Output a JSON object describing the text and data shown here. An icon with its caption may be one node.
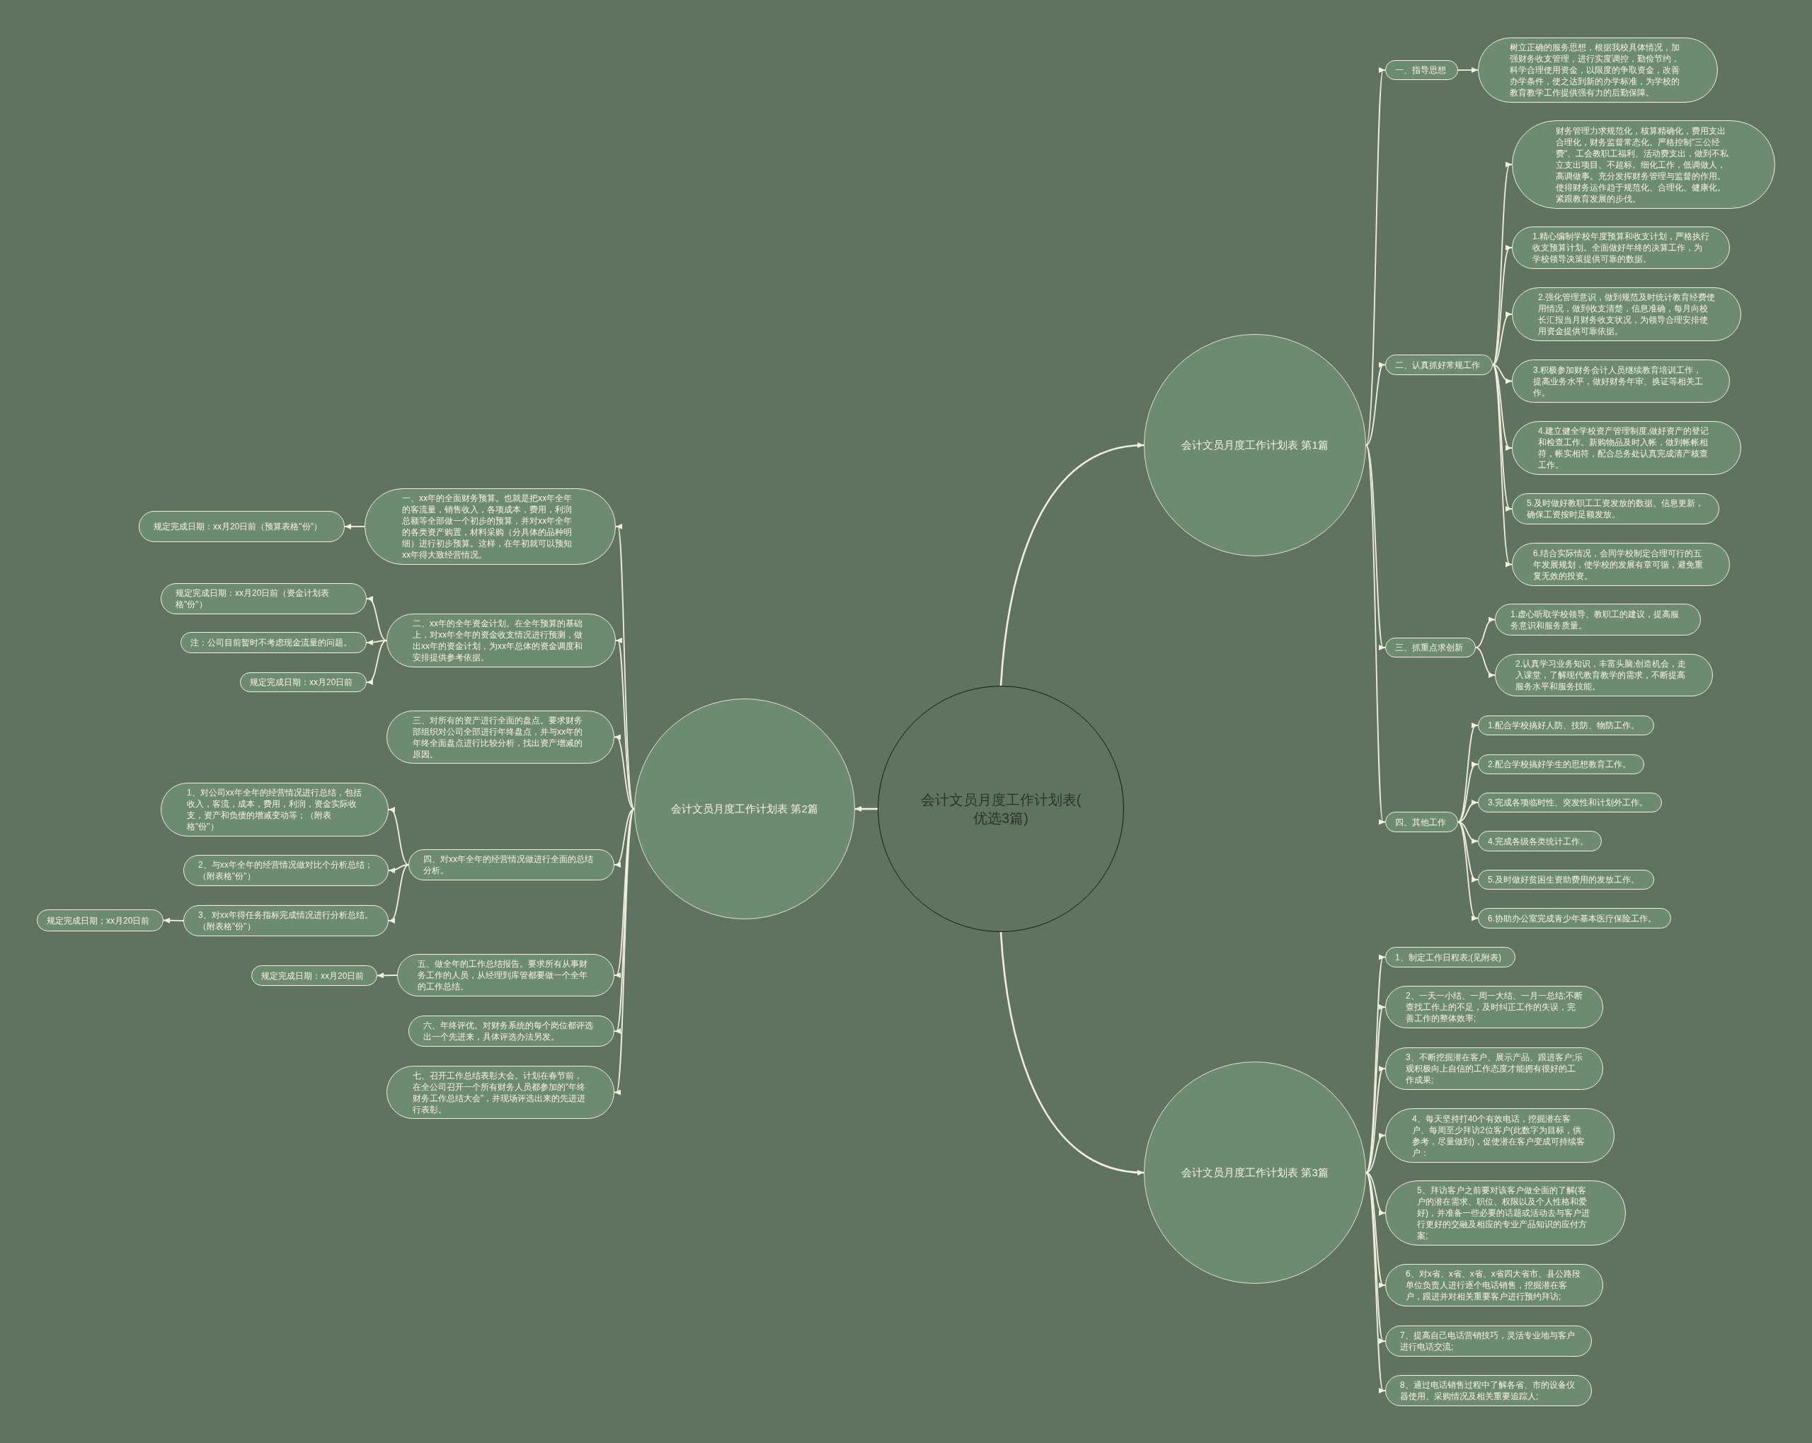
{
  "diagram": {
    "nodes": [
      {
        "text": [
          "会计文员月度工作计划表(优选3篇)"
        ]
      },
      {
        "text": [
          "会计文员月度工作计划表 第1篇"
        ]
      },
      {
        "text": [
          "一、指导思想"
        ]
      },
      {
        "text": [
          "树立正确的服务思想，根据我校具体情况，加强财务收支管理，进行实度调控，勤俭节约，科学合理使用资金，以限度的争取资金，改善办学条件，使之达到新的办学标准，为学校的教育教学工作提供强有力的后勤保障。"
        ]
      },
      {
        "text": [
          "二、认真抓好常规工作"
        ]
      },
      {
        "text": [
          "财务管理力求规范化，核算精确化，费用支出合理化，财务监督常态化。严格控制\"三公经费\"、工会教职工福利、活动费支出，做到不私立支出项目、不超标。细化工作，低调做人，高调做事。充分发挥财务管理与监督的作用。使得财务运作趋于规范化、合理化、健康化。紧跟教育发展的步伐。"
        ]
      },
      {
        "text": [
          "1.精心编制学校年度预算和收支计划，严格执行收支预算计划。全面做好年终的决算工作，为学校领导决策提供可靠的数据。"
        ]
      },
      {
        "text": [
          "2.强化管理意识，做到规范及时统计教育经费使用情况，做到收支清楚，信息准确，每月向校长汇报当月财务收支状况，为领导合理安排使用资金提供可靠依据。"
        ]
      },
      {
        "text": [
          "3.积极参加财务会计人员继续教育培训工作，提高业务水平，做好财务年审、换证等相关工作。"
        ]
      },
      {
        "text": [
          "4.建立健全学校资产管理制度,做好资产的登记和检查工作。新购物品及时入帐，做到帐帐相符，帐实相符，配合总务处认真完成清产核查工作。"
        ]
      },
      {
        "text": [
          "5.及时做好教职工工资发放的数据、信息更新，确保工资按时足额发放。"
        ]
      },
      {
        "text": [
          "6.结合实际情况，会同学校制定合理可行的五年发展规划，使学校的发展有章可循，避免重复无效的投资。"
        ]
      },
      {
        "text": [
          "三、抓重点求创新"
        ]
      },
      {
        "text": [
          "1.虚心听取学校领导、教职工的建议，提高服务意识和服务质量。"
        ]
      },
      {
        "text": [
          "2.认真学习业务知识，丰富头脑;创造机会，走入课堂，了解现代教育教学的需求，不断提高服务水平和服务技能。"
        ]
      },
      {
        "text": [
          "四、其他工作"
        ]
      },
      {
        "text": [
          "1.配合学校搞好人防、技防、物防工作。"
        ]
      },
      {
        "text": [
          "2.配合学校搞好学生的思想教育工作。"
        ]
      },
      {
        "text": [
          "3.完成各项临时性、突发性和计划外工作。"
        ]
      },
      {
        "text": [
          "4.完成各级各类统计工作。"
        ]
      },
      {
        "text": [
          "5.及时做好贫困生资助费用的发放工作。"
        ]
      },
      {
        "text": [
          "6.协助办公室完成青少年基本医疗保险工作。"
        ]
      },
      {
        "text": [
          "会计文员月度工作计划表 第2篇"
        ]
      },
      {
        "text": [
          "一、xx年的全面财务预算。也就是把xx年全年的客流量，销售收入，各项成本，费用，利润总额等全部做一个初步的预算，并对xx年全年的各类资产购置，材料采购（分具体的品种明细）进行初步预算。这样，在年初就可以预知xx年得大致经营情况。"
        ]
      },
      {
        "text": [
          "规定完成日期：xx月20日前（预算表格\"份\"）"
        ]
      },
      {
        "text": [
          "二、xx年的全年资金计划。在全年预算的基础上，对xx年全年的资金收支情况进行预测，做出xx年的资金计划，为xx年总体的资金调度和安排提供参考依据。"
        ]
      },
      {
        "text": [
          "规定完成日期：xx月20日前（资金计划表格\"份\"）"
        ]
      },
      {
        "text": [
          "注：公司目前暂时不考虑现金流量的问题。"
        ]
      },
      {
        "text": [
          "规定完成日期：xx月20日前"
        ]
      },
      {
        "text": [
          "三、对所有的资产进行全面的盘点。要求财务部组织对公司全部进行年终盘点，并与xx年的年终全面盘点进行比较分析，找出资产增减的原因。"
        ]
      },
      {
        "text": [
          "四、对xx年全年的经营情况做进行全面的总结分析。"
        ]
      },
      {
        "text": [
          "1、对公司xx年全年的经营情况进行总结，包括收入，客流，成本，费用，利润，资金实际收支，资产和负债的增减变动等；（附表格\"份\"）"
        ]
      },
      {
        "text": [
          "2、与xx年全年的经营情况做对比个分析总结；（附表格\"份\"）"
        ]
      },
      {
        "text": [
          "3、对xx年得任务指标完成情况进行分析总结。（附表格\"份\"）"
        ]
      },
      {
        "text": [
          "规定完成日期；xx月20日前"
        ]
      },
      {
        "text": [
          "五、做全年的工作总结报告。要求所有从事财务工作的人员，从经理到库管都要做一个全年的工作总结。"
        ]
      },
      {
        "text": [
          "规定完成日期：xx月20日前"
        ]
      },
      {
        "text": [
          "六、年终评优。对财务系统的每个岗位都评选出一个先进来，具体评选办法另发。"
        ]
      },
      {
        "text": [
          "七、召开工作总结表彰大会。计划在春节前，在全公司召开一个所有财务人员都参加的\"年终财务工作总结大会\"，并现场评选出来的先进进行表彰。"
        ]
      },
      {
        "text": [
          "会计文员月度工作计划表 第3篇"
        ]
      },
      {
        "text": [
          "1、制定工作日程表;(见附表)"
        ]
      },
      {
        "text": [
          "2、一天一小结、一周一大结、一月一总结;不断查找工作上的不足，及时纠正工作的失误，完善工作的整体效率;"
        ]
      },
      {
        "text": [
          "3、不断挖掘潜在客户、展示产品、跟进客户;乐观积极向上自信的工作态度才能拥有很好的工作成果;"
        ]
      },
      {
        "text": [
          "4、每天坚持打40个有效电话，挖掘潜在客户、每周至少拜访2位客户(此数字为目标，供参考，尽量做到)，促使潜在客户变成可持续客户："
        ]
      },
      {
        "text": [
          "5、拜访客户之前要对该客户做全面的了解(客户的潜在需求、职位、权限以及个人性格和爱好)，并准备一些必要的话题或活动去与客户进行更好的交融及相应的专业产品知识的应付方案;"
        ]
      },
      {
        "text": [
          "6、对x省、x省、x省、x省四大省市、县公路段单位负责人进行逐个电话销售，挖掘潜在客户，跟进并对相关重要客户进行预约拜访;"
        ]
      },
      {
        "text": [
          "7、提高自己电话营销技巧，灵活专业地与客户进行电话交流;"
        ]
      },
      {
        "text": [
          "8、通过电话销售过程中了解各省、市的设备仪器使用、采购情况及相关重要追踪人;"
        ]
      }
    ],
    "edges": [
      {
        "from": 0,
        "to": 1,
        "arrow": "to"
      },
      {
        "from": 0,
        "to": 22,
        "arrow": "to"
      },
      {
        "from": 0,
        "to": 39,
        "arrow": "to"
      },
      {
        "from": 1,
        "to": 2,
        "arrow": "to"
      },
      {
        "from": 2,
        "to": 3,
        "arrow": "to"
      },
      {
        "from": 1,
        "to": 4,
        "arrow": "to"
      },
      {
        "from": 4,
        "to": 5,
        "arrow": "to"
      },
      {
        "from": 4,
        "to": 6,
        "arrow": "to"
      },
      {
        "from": 4,
        "to": 7,
        "arrow": "to"
      },
      {
        "from": 4,
        "to": 8,
        "arrow": "to"
      },
      {
        "from": 4,
        "to": 9,
        "arrow": "to"
      },
      {
        "from": 4,
        "to": 10,
        "arrow": "to"
      },
      {
        "from": 4,
        "to": 11,
        "arrow": "to"
      },
      {
        "from": 1,
        "to": 12,
        "arrow": "to"
      },
      {
        "from": 12,
        "to": 13,
        "arrow": "to"
      },
      {
        "from": 12,
        "to": 14,
        "arrow": "to"
      },
      {
        "from": 1,
        "to": 15,
        "arrow": "to"
      },
      {
        "from": 15,
        "to": 16,
        "arrow": "to"
      },
      {
        "from": 15,
        "to": 17,
        "arrow": "to"
      },
      {
        "from": 15,
        "to": 18,
        "arrow": "to"
      },
      {
        "from": 15,
        "to": 19,
        "arrow": "to"
      },
      {
        "from": 15,
        "to": 20,
        "arrow": "to"
      },
      {
        "from": 15,
        "to": 21,
        "arrow": "to"
      },
      {
        "from": 22,
        "to": 23,
        "arrow": "to"
      },
      {
        "from": 23,
        "to": 24,
        "arrow": "to"
      },
      {
        "from": 22,
        "to": 25,
        "arrow": "to"
      },
      {
        "from": 25,
        "to": 26,
        "arrow": "to"
      },
      {
        "from": 25,
        "to": 27,
        "arrow": "to"
      },
      {
        "from": 25,
        "to": 28,
        "arrow": "to"
      },
      {
        "from": 22,
        "to": 29,
        "arrow": "to"
      },
      {
        "from": 22,
        "to": 30,
        "arrow": "to"
      },
      {
        "from": 30,
        "to": 31,
        "arrow": "to"
      },
      {
        "from": 30,
        "to": 32,
        "arrow": "to"
      },
      {
        "from": 30,
        "to": 33,
        "arrow": "to"
      },
      {
        "from": 33,
        "to": 34,
        "arrow": "to"
      },
      {
        "from": 22,
        "to": 35,
        "arrow": "to"
      },
      {
        "from": 35,
        "to": 36,
        "arrow": "to"
      },
      {
        "from": 22,
        "to": 37,
        "arrow": "to"
      },
      {
        "from": 22,
        "to": 38,
        "arrow": "to"
      },
      {
        "from": 39,
        "to": 40,
        "arrow": "to"
      },
      {
        "from": 39,
        "to": 41,
        "arrow": "to"
      },
      {
        "from": 39,
        "to": 42,
        "arrow": "to"
      },
      {
        "from": 39,
        "to": 43,
        "arrow": "to"
      },
      {
        "from": 39,
        "to": 44,
        "arrow": "to"
      },
      {
        "from": 39,
        "to": 45,
        "arrow": "to"
      },
      {
        "from": 39,
        "to": 46,
        "arrow": "to"
      },
      {
        "from": 39,
        "to": 47,
        "arrow": "to"
      }
    ]
  }
}
